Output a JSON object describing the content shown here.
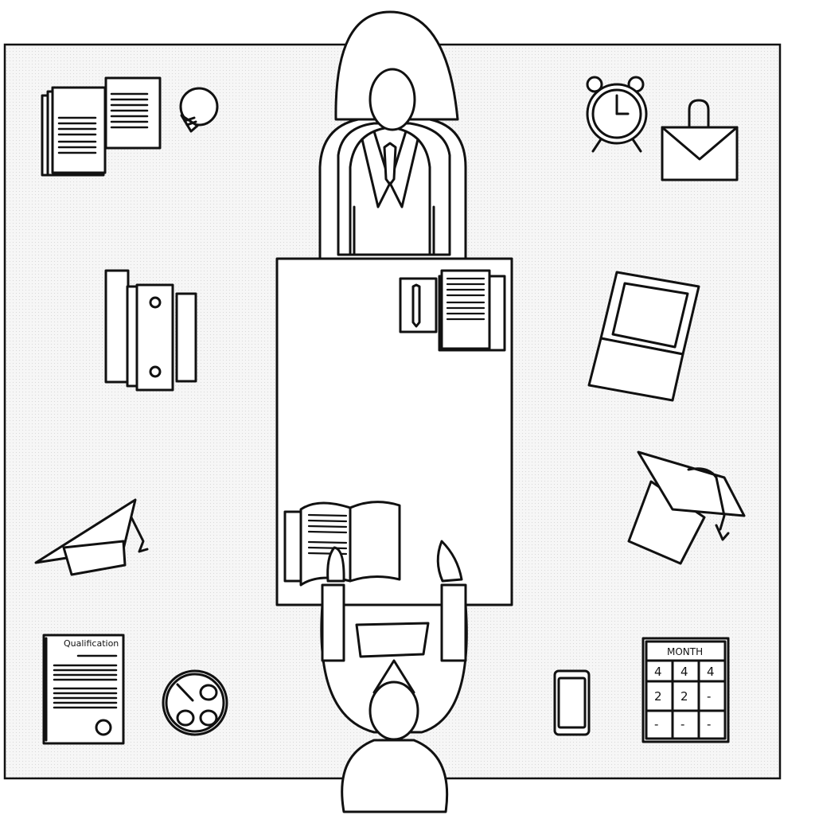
{
  "illustration": {
    "kind": "top-down line-art of an interview / mentoring desk scene",
    "colors": {
      "stroke": "#111111",
      "paper": "#ffffff",
      "floor": "#f1f1f1"
    }
  },
  "items": {
    "document_title": "Qualification",
    "calendar_header": "MONTH",
    "calendar_cells": [
      "4",
      "4",
      "4",
      "2",
      "2",
      "-",
      "-",
      "-",
      "-"
    ]
  }
}
